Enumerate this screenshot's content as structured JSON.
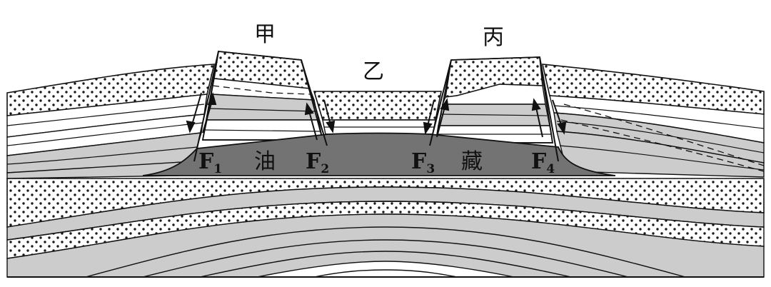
{
  "labels": {
    "block_jia": "甲",
    "block_yi": "乙",
    "block_bing": "丙",
    "reservoir_you": "油",
    "reservoir_cang": "藏",
    "fault_symbol": "F",
    "faults": [
      "1",
      "2",
      "3",
      "4"
    ]
  },
  "colors": {
    "grey_layer": "#cccccc",
    "oil": "#737373",
    "outline": "#111111",
    "sand_dot": "#1a1a1a"
  },
  "pattern_names": [
    "sandstone-dots",
    "mudstone-grey",
    "oil-reservoir"
  ]
}
